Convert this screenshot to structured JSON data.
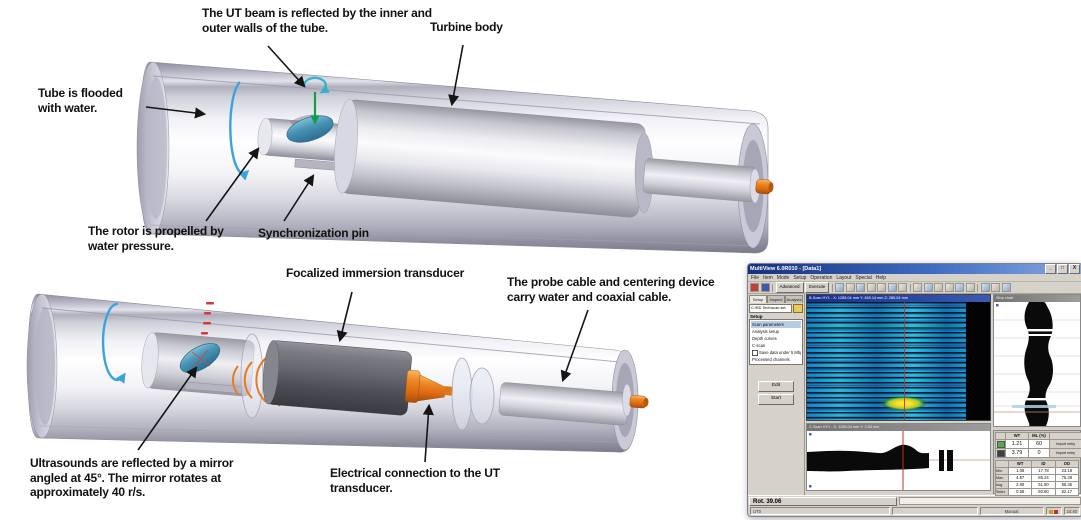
{
  "diagram_top": {
    "labels": {
      "ut_beam": "The UT beam is reflected by the inner and outer walls of the tube.",
      "turbine_body": "Turbine body",
      "tube_flooded": "Tube is flooded with water.",
      "rotor_propelled": "The rotor is propelled by water pressure.",
      "sync_pin": "Synchronization pin"
    }
  },
  "diagram_bottom": {
    "labels": {
      "transducer": "Focalized immersion transducer",
      "probe_cable": "The probe cable and centering device carry water and coaxial cable.",
      "ultrasounds": "Ultrasounds are reflected by a mirror angled at 45°. The mirror rotates at approximately 40 r/s.",
      "electrical": "Electrical connection to the UT transducer."
    }
  },
  "software": {
    "title": "MultiView 6.0R010 - [Data1]",
    "window_controls": {
      "minimize": "_",
      "maximize": "□",
      "close": "X"
    },
    "menu": [
      "File",
      "Item",
      "Mode",
      "Setup",
      "Operation",
      "Layout",
      "Special",
      "Help"
    ],
    "toolbar": {
      "buttons": [
        "Advanced",
        "Execute"
      ]
    },
    "sidebar": {
      "tabs": [
        "Setup",
        "Inspect",
        "Analysis"
      ],
      "file_path": "C:\\RD Tech\\scan.set",
      "group_label": "Setup",
      "items": [
        "Scan parameters",
        "Analysis setup",
        "Depth curves",
        "C-scan",
        "Save data under 5 Mbps",
        "Processed channels"
      ],
      "edit_button": "Edit",
      "start_button": "Start"
    },
    "panels": {
      "bscan_title": "B-Scan HY1 - X: 1285.04 mm   Y: 469.14 mm   Z: 285.04 mm",
      "profile_title": "Strip chart",
      "cscan_title": "C-Scan HY1 - X: 1285.04 mm   Y: 2.54 mm"
    },
    "table": {
      "headers1": [
        "WT",
        "ML (%)"
      ],
      "rows1": [
        [
          "1.21",
          "60"
        ],
        [
          "3.79",
          "0"
        ]
      ],
      "import_label": "Import entry",
      "headers2": [
        "WT",
        "ID",
        "OD"
      ],
      "row_labels": [
        "Min.",
        "Max.",
        "Avg.",
        "Stdev"
      ],
      "rows2": [
        [
          "1.08",
          "17.78",
          "23.18"
        ],
        [
          "4.87",
          "85.24",
          "75.38"
        ],
        [
          "2.80",
          "51.80",
          "55.35"
        ],
        [
          "0.58",
          "60.60",
          "52.17"
        ]
      ]
    },
    "status": {
      "rot": "Rot. 39.06",
      "left": "UT0",
      "mode": "Manual",
      "time": "24:40"
    }
  },
  "colors": {
    "mirror_blue": "#4a94b6",
    "rotation_arrow_blue": "#3ba3dc",
    "beam_green": "#0f9f4f",
    "beam_teal": "#2fb3cf",
    "connector_orange": "#e87a20",
    "wave_red": "#e03434"
  }
}
